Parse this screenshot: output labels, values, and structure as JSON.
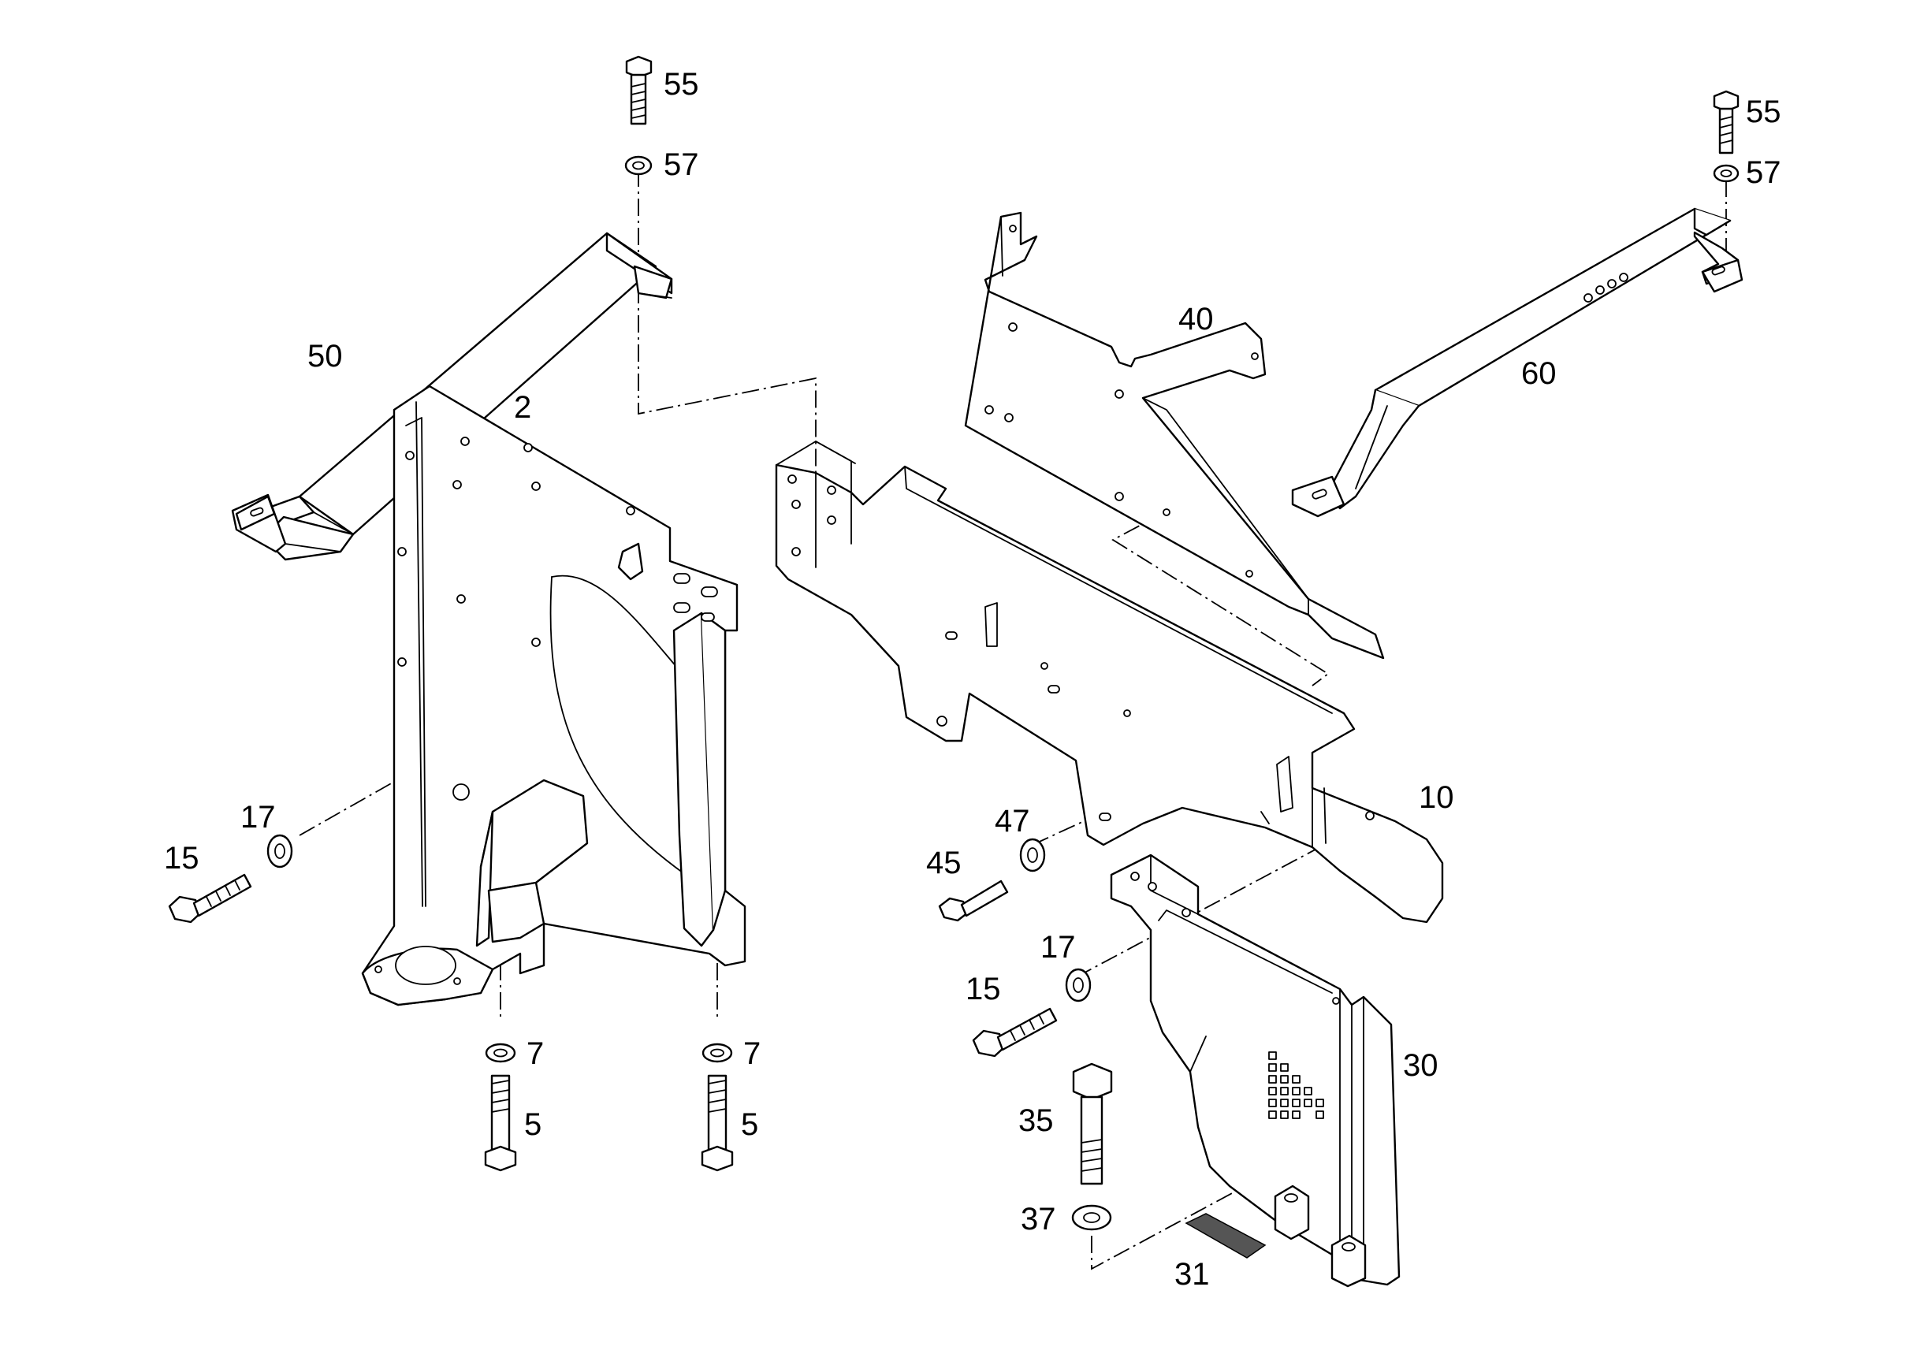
{
  "labels": {
    "p55a": "55",
    "p57a": "57",
    "p55b": "55",
    "p57b": "57",
    "p50": "50",
    "p2": "2",
    "p40": "40",
    "p60": "60",
    "p10": "10",
    "p17a": "17",
    "p15a": "15",
    "p47": "47",
    "p45": "45",
    "p17b": "17",
    "p15b": "15",
    "p7a": "7",
    "p5a": "5",
    "p7b": "7",
    "p5b": "5",
    "p35": "35",
    "p30": "30",
    "p37": "37",
    "p31": "31"
  },
  "colors": {
    "line": "#000000",
    "background": "#ffffff",
    "pad": "#555555"
  }
}
